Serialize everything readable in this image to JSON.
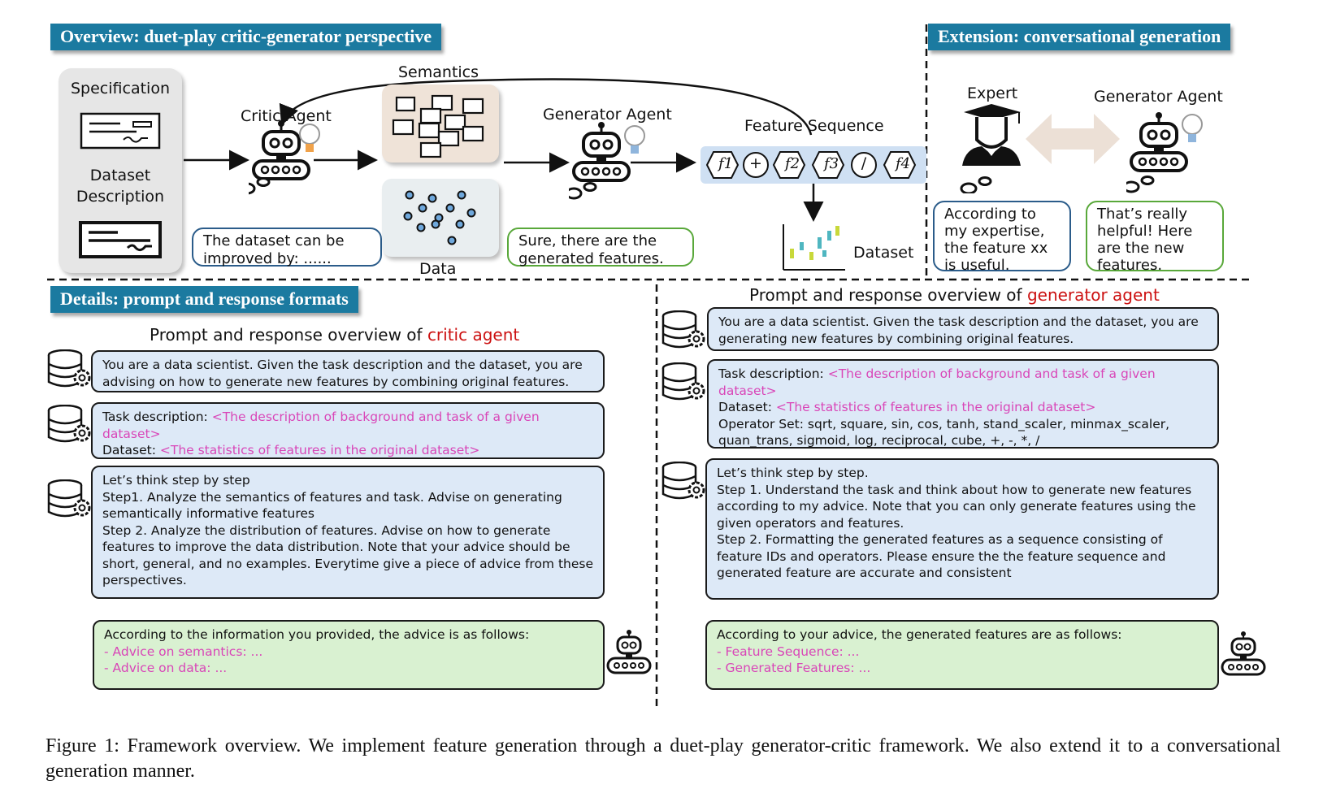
{
  "banners": {
    "overview": "Overview: duet-play critic-generator perspective",
    "extension": "Extension: conversational generation",
    "details": "Details: prompt and response formats"
  },
  "overview": {
    "specification": "Specification",
    "dataset_description": [
      "Dataset",
      "Description"
    ],
    "critic_agent": "Critic Agent",
    "semantics": "Semantics",
    "data": "Data",
    "generator_agent": "Generator Agent",
    "feature_sequence": "Feature Sequence",
    "dataset": "Dataset",
    "critic_bubble": "The dataset can be improved by: ......",
    "generator_bubble": "Sure, there are the generated features.",
    "features": [
      "f1",
      "+",
      "f2",
      "f3",
      "/",
      "f4"
    ]
  },
  "extension": {
    "expert": "Expert",
    "generator_agent": "Generator Agent",
    "expert_bubble": "According to my expertise, the feature xx is useful.",
    "generator_bubble": "That’s really helpful! Here are the new features."
  },
  "critic": {
    "title_prefix": "Prompt and response overview of ",
    "title_agent": "critic agent",
    "system": "You are a data scientist. Given the task description and the dataset, you are advising on how to generate new features by combining original features.",
    "task_label": "Task description: ",
    "task_value": "<The description of background and task of a given dataset>",
    "dataset_label": "Dataset: ",
    "dataset_value": "<The statistics of features in the original dataset>",
    "steps": [
      "Let’s think step by step",
      "Step1. Analyze the semantics of features and task. Advise on generating semantically informative features",
      "Step 2. Analyze the distribution of features. Advise on how to generate features to improve the data distribution. Note that your advice should be short, general, and no examples. Everytime give a piece of advice from these perspectives."
    ],
    "response_intro": "According to the information you provided, the advice is as follows:",
    "response_items": [
      "-  Advice on semantics: ...",
      "-  Advice on data: ..."
    ]
  },
  "generator": {
    "title_prefix": "Prompt and response overview of ",
    "title_agent": "generator agent",
    "system": "You are a data scientist. Given the task description and the dataset, you are generating new features by combining original features.",
    "task_label": "Task description: ",
    "task_value": "<The description of background and task of a given dataset>",
    "dataset_label": "Dataset: ",
    "dataset_value": "<The statistics of features in the original dataset>",
    "operator_set": "Operator Set: sqrt, square, sin, cos, tanh, stand_scaler, minmax_scaler, quan_trans, sigmoid, log, reciprocal, cube, +, -, *, /",
    "steps": [
      "Let’s think step by step.",
      "Step 1. Understand the task and think about how to generate new features according to my advice. Note that you can only generate features using the given operators and features.",
      "Step 2. Formatting the generated features as a sequence consisting of feature IDs and operators. Please ensure the the feature sequence and generated feature are accurate and consistent"
    ],
    "response_intro": "According to your advice, the generated features are as follows:",
    "response_items": [
      "- Feature Sequence: ...",
      "- Generated Features: ..."
    ]
  },
  "caption": "Figure 1: Framework overview. We implement feature generation through a duet-play generator-critic framework. We also extend it to a conversational generation manner.",
  "colors": {
    "banner": "#1b7aa0",
    "prompt_box": "#dde9f7",
    "response_box": "#d9f1d1",
    "highlight_pink": "#d946b8",
    "agent_red": "#cc1111"
  }
}
